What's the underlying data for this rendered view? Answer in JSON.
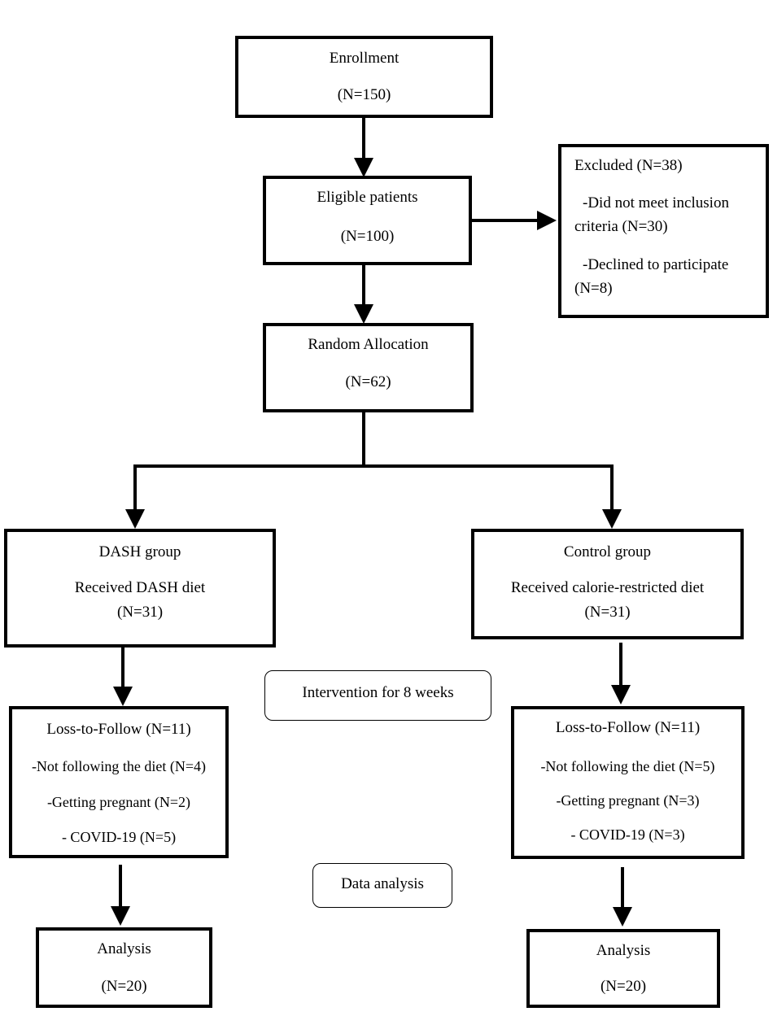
{
  "enrollment": {
    "title": "Enrollment",
    "n": "(N=150)"
  },
  "eligible": {
    "title": "Eligible patients",
    "n": "(N=100)"
  },
  "excluded": {
    "title": "Excluded (N=38)",
    "reason1_line1": "-Did not meet inclusion",
    "reason1_line2": "criteria (N=30)",
    "reason2_line1": "-Declined to participate",
    "reason2_line2": "(N=8)"
  },
  "allocation": {
    "title": "Random Allocation",
    "n": "(N=62)"
  },
  "dash_group": {
    "title": "DASH group",
    "desc": "Received DASH diet",
    "n": "(N=31)"
  },
  "control_group": {
    "title": "Control group",
    "desc": "Received calorie-restricted diet",
    "n": "(N=31)"
  },
  "intervention_label": "Intervention for 8 weeks",
  "dash_loss": {
    "title": "Loss-to-Follow (N=11)",
    "item1": "-Not following the diet (N=4)",
    "item2": "-Getting pregnant (N=2)",
    "item3": "- COVID-19 (N=5)"
  },
  "control_loss": {
    "title": "Loss-to-Follow (N=11)",
    "item1": "-Not following the diet (N=5)",
    "item2": "-Getting pregnant (N=3)",
    "item3": "- COVID-19 (N=3)"
  },
  "data_analysis_label": "Data analysis",
  "dash_analysis": {
    "title": "Analysis",
    "n": "(N=20)"
  },
  "control_analysis": {
    "title": "Analysis",
    "n": "(N=20)"
  }
}
